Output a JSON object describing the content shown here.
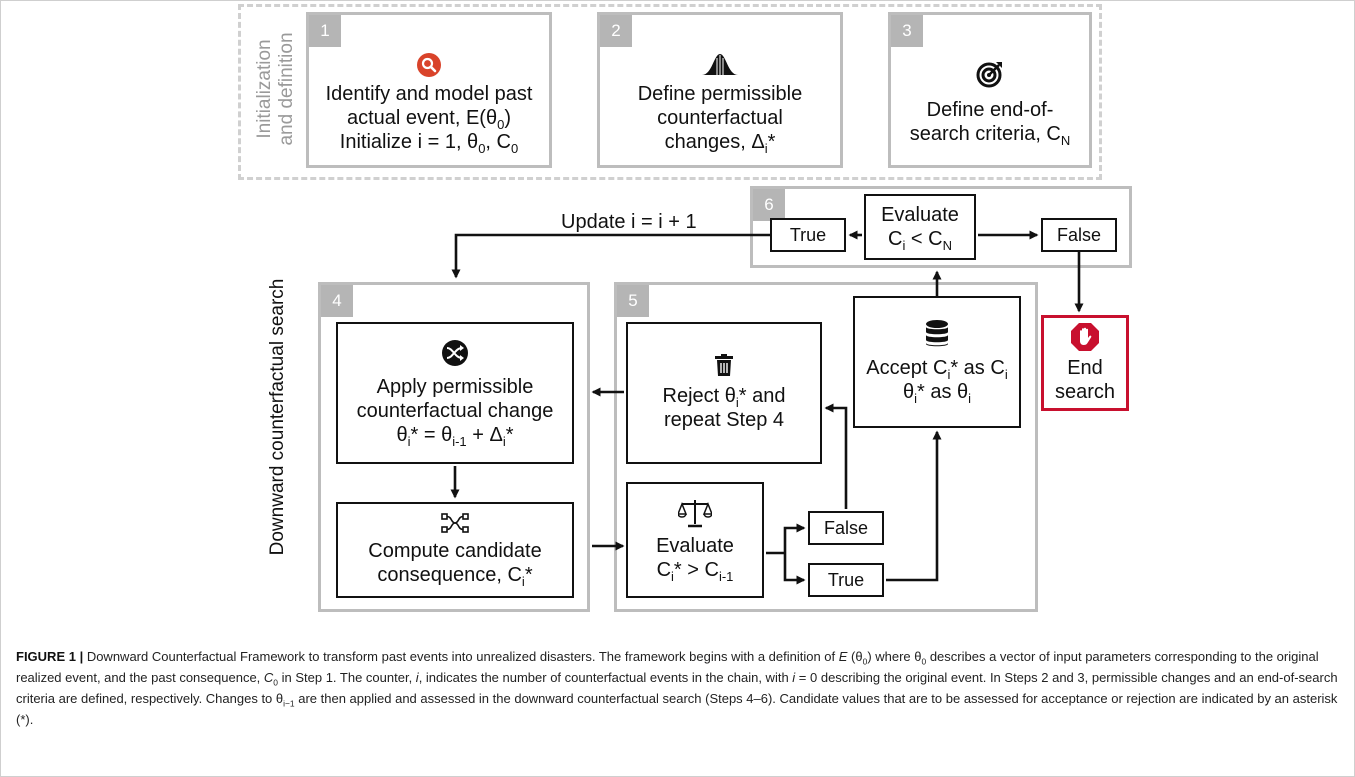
{
  "panels": {
    "init": {
      "label_line1": "Initialization",
      "label_line2": "and definition"
    },
    "search": {
      "label": "Downward counterfactual search"
    }
  },
  "steps": {
    "s1": {
      "num": "1",
      "line1": "Identify and model past",
      "line2_pre": "actual event, E(θ",
      "line2_sub": "0",
      "line2_post": ")",
      "line3_pre": "Initialize i = 1, θ",
      "line3_sub1": "0",
      "line3_mid": ", C",
      "line3_sub2": "0"
    },
    "s2": {
      "num": "2",
      "line1": "Define permissible",
      "line2": "counterfactual",
      "line3_pre": "changes, Δ",
      "line3_sub": "i",
      "line3_post": "*"
    },
    "s3": {
      "num": "3",
      "line1": "Define end-of-",
      "line2_pre": "search criteria, C",
      "line2_sub": "N"
    },
    "s4": {
      "num": "4"
    },
    "s5": {
      "num": "5"
    },
    "s6": {
      "num": "6"
    }
  },
  "boxes": {
    "apply": {
      "line1": "Apply permissible",
      "line2": "counterfactual change",
      "f_a": "θ",
      "f_a_sub": "i",
      "f_a_post": "* = θ",
      "f_b_sub": "i-1",
      "f_c": " + Δ",
      "f_c_sub": "i",
      "f_c_post": "*"
    },
    "compute": {
      "line1": "Compute candidate",
      "line2_pre": "consequence, C",
      "line2_sub": "i",
      "line2_post": "*"
    },
    "reject": {
      "l1_pre": "Reject θ",
      "l1_sub": "i",
      "l1_post": "* and",
      "line2": "repeat Step 4"
    },
    "accept": {
      "l1_pre": "Accept C",
      "l1_sub": "i",
      "l1_mid": "* as C",
      "l1_sub2": "i",
      "l2_pre": "θ",
      "l2_sub": "i",
      "l2_mid": "* as θ",
      "l2_sub2": "i"
    },
    "evaluate5": {
      "line1": "Evaluate",
      "l2_pre": "C",
      "l2_sub": "i",
      "l2_mid": "* > C",
      "l2_sub2": "i-1"
    },
    "false5": {
      "label": "False"
    },
    "true5": {
      "label": "True"
    },
    "evaluate6": {
      "line1": "Evaluate",
      "l2_pre": "C",
      "l2_sub": "i",
      "l2_mid": " < C",
      "l2_sub2": "N"
    },
    "true6": {
      "label": "True"
    },
    "false6": {
      "label": "False"
    },
    "end": {
      "line1": "End",
      "line2": "search"
    }
  },
  "update_label": "Update i = i + 1",
  "caption": {
    "label": "FIGURE 1 |",
    "p1": " Downward Counterfactual Framework to transform past events into unrealized disasters. The framework begins with a definition of ",
    "e": "E",
    "p2": " (θ",
    "p2_sub": "0",
    "p3": ") where θ",
    "p3_sub": "0",
    "p4": " describes a vector of input parameters corresponding to the original realized event, and the past consequence, ",
    "c": "C",
    "c_sub": "0",
    "p5": " in Step 1. The counter, ",
    "i1": "i",
    "p6": ", indicates the number of counterfactual events in the chain, with ",
    "i2": "i",
    "p7": " = 0 describing the original event. In Steps 2 and 3, permissible changes and an end-of-search criteria are defined, respectively. Changes to θ",
    "p7_sub": "i−1",
    "p8": " are then applied and assessed in the downward counterfactual search (Steps 4–6). Candidate values that are to be assessed for acceptance or rejection are indicated by an asterisk (*)."
  },
  "colors": {
    "accent_red": "#c8102e",
    "gray_border": "#bdbdbd",
    "number_tab": "#b5b5b5"
  },
  "icons": [
    "search-icon",
    "bell-curve-icon",
    "target-icon",
    "shuffle-icon",
    "trash-icon",
    "database-icon",
    "network-icon",
    "scale-icon",
    "stop-hand-icon"
  ]
}
